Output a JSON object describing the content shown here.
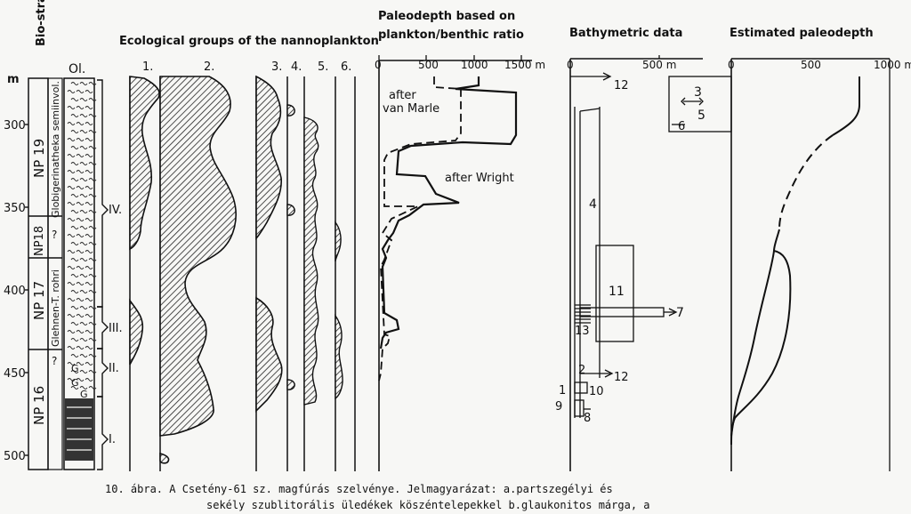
{
  "depth_axis": {
    "unit": "m",
    "ticks": [
      "300",
      "350",
      "400",
      "450",
      "500"
    ],
    "tick_values": [
      300,
      350,
      400,
      450,
      500
    ]
  },
  "columns": {
    "biostratigraphy": "Bio-stratigraphy",
    "lithology": "Ol.",
    "ecological_title": "Ecological groups of the nannoplankton",
    "group_labels": [
      "1.",
      "2.",
      "3.",
      "4.",
      "5.",
      "6."
    ]
  },
  "zones": [
    {
      "label": "NP 19",
      "sublabel": "Globigerinatheka semiinvol."
    },
    {
      "label": "NP18",
      "sublabel": "?"
    },
    {
      "label": "NP 17",
      "sublabel": "Glehnen-T. rohri"
    },
    {
      "label": "NP 16",
      "sublabel": "?"
    }
  ],
  "roman_markers": [
    "IV.",
    "III.",
    "II.",
    "I."
  ],
  "paleodepth_ratio": {
    "title_line1": "Paleodepth based on",
    "title_line2": "plankton/benthic ratio",
    "axis_ticks": [
      "0",
      "500",
      "1000",
      "1500 m"
    ],
    "curve_labels": [
      "after",
      "van Marle",
      "after Wright"
    ]
  },
  "bathymetric": {
    "title": "Bathymetric  data",
    "axis_ticks": [
      "0",
      "500 m"
    ],
    "labels": [
      "12",
      "3",
      "5",
      "6",
      "4",
      "11",
      "7",
      "13",
      "2",
      "12",
      "1",
      "10",
      "9",
      "8"
    ]
  },
  "estimated": {
    "title": "Estimated paleodepth",
    "axis_ticks": [
      "0",
      "500",
      "1000 m"
    ]
  },
  "caption": {
    "line1": "10. ábra.   A Csetény-61 sz. magfúrás szelvénye. Jelmagyarázat:  a.partszegélyi és",
    "line2": "sekély szublitorális üledékek köszéntelepekkel   b.glaukonitos márga, a"
  }
}
